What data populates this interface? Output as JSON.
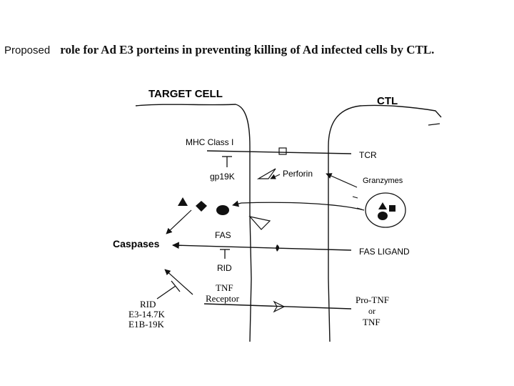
{
  "title": {
    "lead": "Proposed",
    "rest": "role for Ad E3 porteins in preventing killing of Ad infected cells by CTL."
  },
  "diagram": {
    "target_cell_label": "TARGET CELL",
    "ctl_label": "CTL",
    "mhc_label": "MHC Class I",
    "tcr_label": "TCR",
    "gp19k_label": "gp19K",
    "perforin_label": "Perforin",
    "granzymes_label": "Granzymes",
    "caspases_label": "Caspases",
    "fas_label": "FAS",
    "fas_ligand_label": "FAS LIGAND",
    "rid_label_fas": "RID",
    "tnf_label": "TNF",
    "receptor_label": "Receptor",
    "rid_label_tnf": "RID",
    "e3_label": "E3-14.7K",
    "e1b_label": "E1B-19K",
    "pro_tnf_label": "Pro-TNF",
    "or_label": "or",
    "tnf_label_ctl": "TNF"
  }
}
